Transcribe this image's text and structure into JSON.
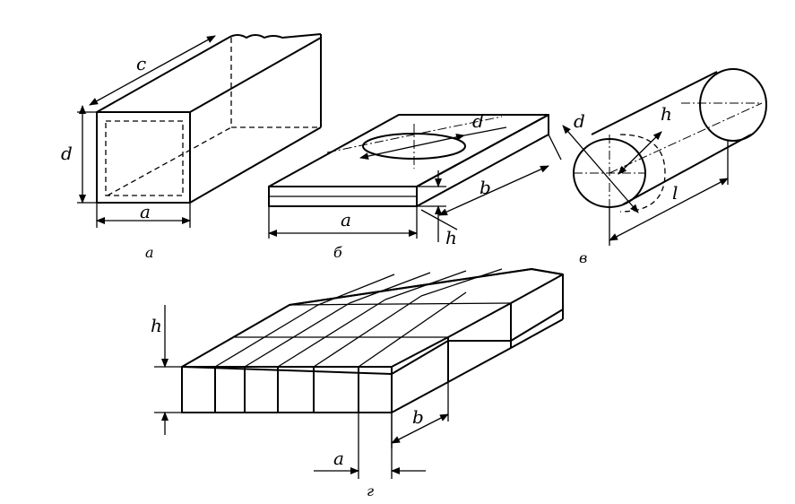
{
  "figures": {
    "a": {
      "caption": "а",
      "labels": {
        "c": "c",
        "d": "d",
        "a": "a"
      }
    },
    "b": {
      "caption": "б",
      "labels": {
        "d": "d",
        "b": "b",
        "a": "a",
        "h": "h"
      }
    },
    "c": {
      "caption": "в",
      "labels": {
        "d": "d",
        "h": "h",
        "l": "l"
      }
    },
    "d": {
      "caption": "г",
      "labels": {
        "h": "h",
        "b": "b",
        "a": "a"
      }
    }
  }
}
